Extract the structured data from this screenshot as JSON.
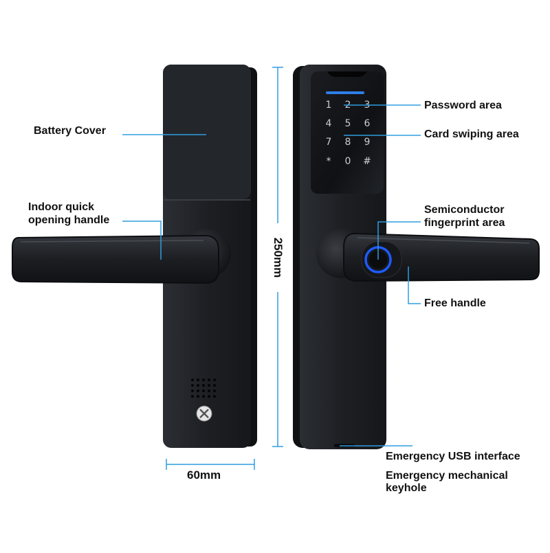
{
  "colors": {
    "background": "#ffffff",
    "lock_body": "#1f2124",
    "lock_edge": "#3a3d42",
    "leader_line": "#2f9de0",
    "fingerprint_ring": "#1e5bff",
    "keypad_digit": "#c9ccd2",
    "card_bar": "#2f7fe8"
  },
  "labels": {
    "battery_cover": "Battery Cover",
    "indoor_handle_line1": "Indoor quick",
    "indoor_handle_line2": "opening handle",
    "password_area": "Password area",
    "card_swiping_area": "Card swiping area",
    "fingerprint_line1": "Semiconductor",
    "fingerprint_line2": "fingerprint  area",
    "free_handle": "Free handle",
    "usb_interface": "Emergency USB interface",
    "keyhole_line1": "Emergency mechanical",
    "keyhole_line2": "keyhole"
  },
  "dimensions": {
    "width": "60mm",
    "height": "250mm"
  },
  "keypad": {
    "keys": [
      "1",
      "2",
      "3",
      "4",
      "5",
      "6",
      "7",
      "8",
      "9",
      "*",
      "0",
      "#"
    ]
  },
  "icons": {
    "fingerprint": "fingerprint-sensor-icon",
    "speaker": "speaker-grille-icon",
    "screw": "screw-icon"
  }
}
